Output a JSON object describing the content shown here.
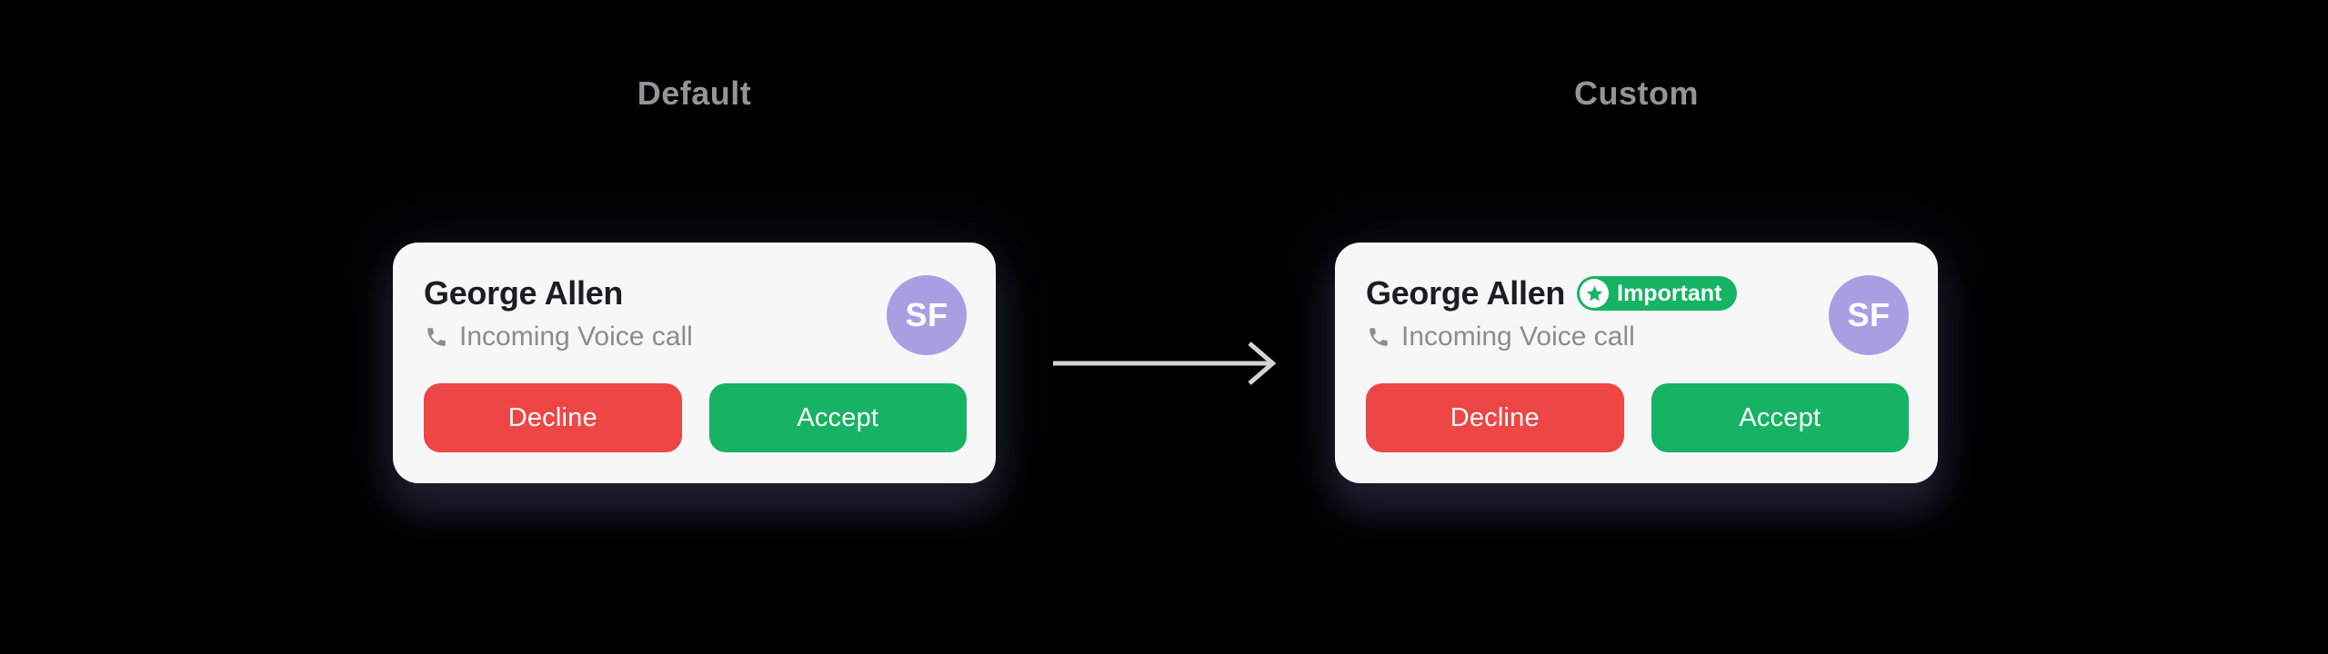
{
  "page": {
    "background_color": "#000000"
  },
  "sections": [
    {
      "title": "Default",
      "card": {
        "caller_name": "George Allen",
        "call_status": "Incoming Voice call",
        "avatar_initials": "SF",
        "decline_label": "Decline",
        "accept_label": "Accept"
      }
    },
    {
      "title": "Custom",
      "card": {
        "caller_name": "George Allen",
        "badge_label": "Important",
        "call_status": "Incoming Voice call",
        "avatar_initials": "SF",
        "decline_label": "Decline",
        "accept_label": "Accept"
      }
    }
  ],
  "icons": {
    "call_type": "phone-icon",
    "badge": "star-icon",
    "transition": "right-arrow-icon"
  },
  "colors": {
    "page_background": "#000000",
    "title_text": "#949497",
    "card_background": "#f7f7f8",
    "name_text": "#1d1d1f",
    "status_text": "#8c8c8c",
    "decline_red": "#ee4545",
    "accept_green": "#16b364",
    "badge_green": "#16b364",
    "avatar_purple": "#a89fe3",
    "arrow_gray": "#d5d5d5"
  }
}
